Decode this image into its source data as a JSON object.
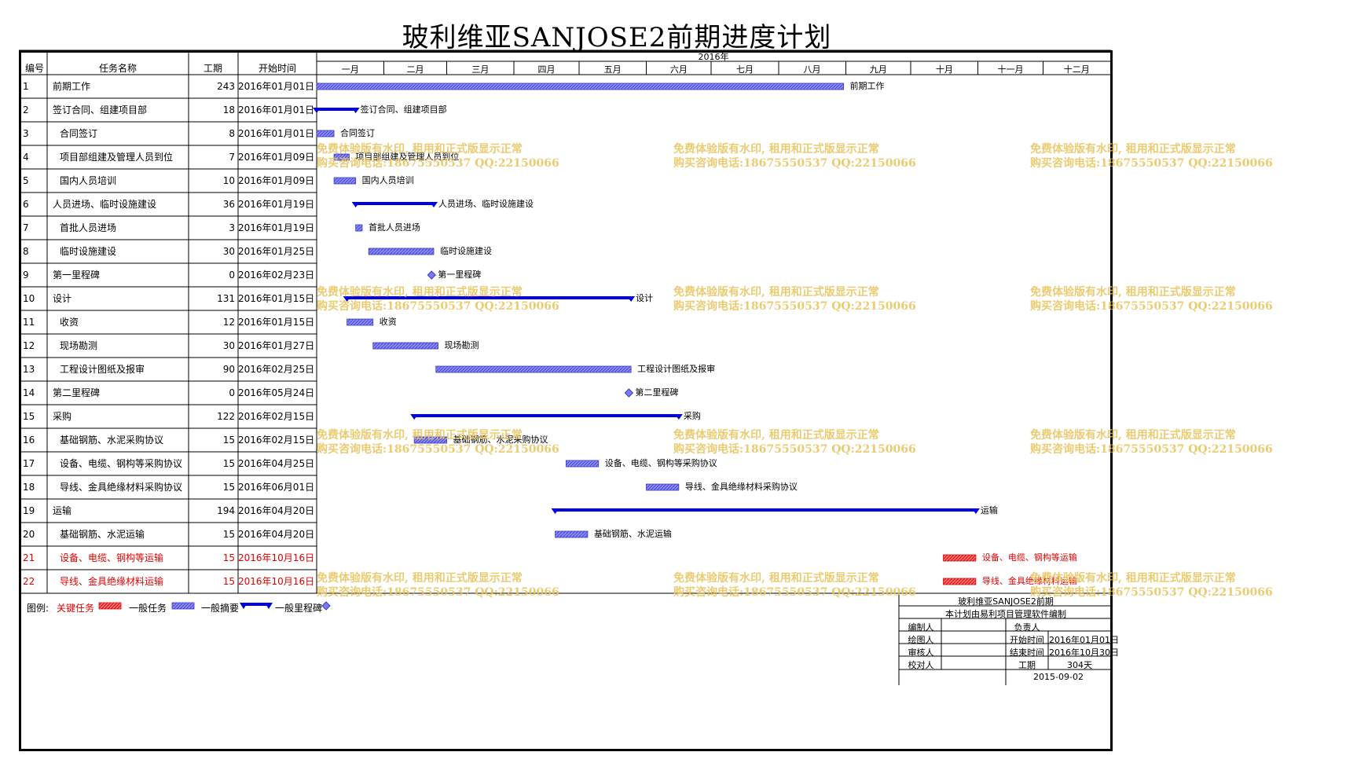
{
  "title": "玻利维亚SANJOSE2前期进度计划",
  "headers": {
    "id": "编号",
    "name": "任务名称",
    "duration": "工期",
    "start": "开始时间",
    "year": "2016年"
  },
  "months": [
    "一月",
    "二月",
    "三月",
    "四月",
    "五月",
    "六月",
    "七月",
    "八月",
    "九月",
    "十月",
    "十一月",
    "十二月"
  ],
  "chart_data": {
    "type": "gantt",
    "year": "2016年",
    "timeline_start": "2016-01-01",
    "timeline_end": "2016-12-31",
    "tasks": [
      {
        "id": "1",
        "name": "前期工作",
        "indent": 0,
        "duration": "243",
        "start_text": "2016年01月01日",
        "start": "2016-01-01",
        "type": "general",
        "critical": false,
        "bar_label": "前期工作"
      },
      {
        "id": "2",
        "name": "签订合同、组建项目部",
        "indent": 0,
        "duration": "18",
        "start_text": "2016年01月01日",
        "start": "2016-01-01",
        "type": "summary",
        "critical": false,
        "bar_label": "签订合同、组建项目部"
      },
      {
        "id": "3",
        "name": "合同签订",
        "indent": 1,
        "duration": "8",
        "start_text": "2016年01月01日",
        "start": "2016-01-01",
        "type": "general",
        "critical": false,
        "bar_label": "合同签订"
      },
      {
        "id": "4",
        "name": "项目部组建及管理人员到位",
        "indent": 1,
        "duration": "7",
        "start_text": "2016年01月09日",
        "start": "2016-01-09",
        "type": "general",
        "critical": false,
        "bar_label": "项目部组建及管理人员到位"
      },
      {
        "id": "5",
        "name": "国内人员培训",
        "indent": 1,
        "duration": "10",
        "start_text": "2016年01月09日",
        "start": "2016-01-09",
        "type": "general",
        "critical": false,
        "bar_label": "国内人员培训"
      },
      {
        "id": "6",
        "name": "人员进场、临时设施建设",
        "indent": 0,
        "duration": "36",
        "start_text": "2016年01月19日",
        "start": "2016-01-19",
        "type": "summary",
        "critical": false,
        "bar_label": "人员进场、临时设施建设"
      },
      {
        "id": "7",
        "name": "首批人员进场",
        "indent": 1,
        "duration": "3",
        "start_text": "2016年01月19日",
        "start": "2016-01-19",
        "type": "general",
        "critical": false,
        "bar_label": "首批人员进场"
      },
      {
        "id": "8",
        "name": "临时设施建设",
        "indent": 1,
        "duration": "30",
        "start_text": "2016年01月25日",
        "start": "2016-01-25",
        "type": "general",
        "critical": false,
        "bar_label": "临时设施建设"
      },
      {
        "id": "9",
        "name": "第一里程碑",
        "indent": 0,
        "duration": "0",
        "start_text": "2016年02月23日",
        "start": "2016-02-23",
        "type": "milestone",
        "critical": false,
        "bar_label": "第一里程碑"
      },
      {
        "id": "10",
        "name": "设计",
        "indent": 0,
        "duration": "131",
        "start_text": "2016年01月15日",
        "start": "2016-01-15",
        "type": "summary",
        "critical": false,
        "bar_label": "设计"
      },
      {
        "id": "11",
        "name": "收资",
        "indent": 1,
        "duration": "12",
        "start_text": "2016年01月15日",
        "start": "2016-01-15",
        "type": "general",
        "critical": false,
        "bar_label": "收资"
      },
      {
        "id": "12",
        "name": "现场勘测",
        "indent": 1,
        "duration": "30",
        "start_text": "2016年01月27日",
        "start": "2016-01-27",
        "type": "general",
        "critical": false,
        "bar_label": "现场勘测"
      },
      {
        "id": "13",
        "name": "工程设计图纸及报审",
        "indent": 1,
        "duration": "90",
        "start_text": "2016年02月25日",
        "start": "2016-02-25",
        "type": "general",
        "critical": false,
        "bar_label": "工程设计图纸及报审"
      },
      {
        "id": "14",
        "name": "第二里程碑",
        "indent": 0,
        "duration": "0",
        "start_text": "2016年05月24日",
        "start": "2016-05-24",
        "type": "milestone",
        "critical": false,
        "bar_label": "第二里程碑"
      },
      {
        "id": "15",
        "name": "采购",
        "indent": 0,
        "duration": "122",
        "start_text": "2016年02月15日",
        "start": "2016-02-15",
        "type": "summary",
        "critical": false,
        "bar_label": "采购"
      },
      {
        "id": "16",
        "name": "基础钢筋、水泥采购协议",
        "indent": 1,
        "duration": "15",
        "start_text": "2016年02月15日",
        "start": "2016-02-15",
        "type": "general",
        "critical": false,
        "bar_label": "基础钢筋、水泥采购协议"
      },
      {
        "id": "17",
        "name": "设备、电缆、钢构等采购协议",
        "indent": 1,
        "duration": "15",
        "start_text": "2016年04月25日",
        "start": "2016-04-25",
        "type": "general",
        "critical": false,
        "bar_label": "设备、电缆、钢构等采购协议"
      },
      {
        "id": "18",
        "name": "导线、金具绝缘材料采购协议",
        "indent": 1,
        "duration": "15",
        "start_text": "2016年06月01日",
        "start": "2016-06-01",
        "type": "general",
        "critical": false,
        "bar_label": "导线、金具绝缘材料采购协议"
      },
      {
        "id": "19",
        "name": "运输",
        "indent": 0,
        "duration": "194",
        "start_text": "2016年04月20日",
        "start": "2016-04-20",
        "type": "summary",
        "critical": false,
        "bar_label": "运输"
      },
      {
        "id": "20",
        "name": "基础钢筋、水泥运输",
        "indent": 1,
        "duration": "15",
        "start_text": "2016年04月20日",
        "start": "2016-04-20",
        "type": "general",
        "critical": false,
        "bar_label": "基础钢筋、水泥运输"
      },
      {
        "id": "21",
        "name": "设备、电缆、钢构等运输",
        "indent": 1,
        "duration": "15",
        "start_text": "2016年10月16日",
        "start": "2016-10-16",
        "type": "general",
        "critical": true,
        "bar_label": "设备、电缆、钢构等运输"
      },
      {
        "id": "22",
        "name": "导线、金具绝缘材料运输",
        "indent": 1,
        "duration": "15",
        "start_text": "2016年10月16日",
        "start": "2016-10-16",
        "type": "general",
        "critical": true,
        "bar_label": "导线、金具绝缘材料运输"
      }
    ]
  },
  "legend": {
    "label": "图例:",
    "critical": "关键任务",
    "general": "一般任务",
    "summary": "一般摘要",
    "milestone": "一般里程碑"
  },
  "watermark": {
    "line1": "免费体验版有水印, 租用和正式版显示正常",
    "line2": "购买咨询电话:18675550537 QQ:22150066"
  },
  "info": {
    "project": "玻利维亚SANJOSE2前期",
    "note": "本计划由易利项目管理软件编制",
    "editor_label": "编制人",
    "owner_label": "负责人",
    "drawer_label": "绘图人",
    "start_label": "开始时间",
    "start_value": "2016年01月01日",
    "reviewer_label": "审核人",
    "end_label": "结束时间",
    "end_value": "2016年10月30日",
    "checker_label": "校对人",
    "duration_label": "工期",
    "duration_value": "304天",
    "date": "2015-09-02"
  },
  "colors": {
    "bar_fill": "#7b7bf0",
    "bar_border": "#3a3ad0",
    "summary": "#0000e6",
    "critical_fill": "#ff5a5a",
    "critical_border": "#d01010",
    "critical_text": "#e00000",
    "watermark": "#e8c35a"
  }
}
